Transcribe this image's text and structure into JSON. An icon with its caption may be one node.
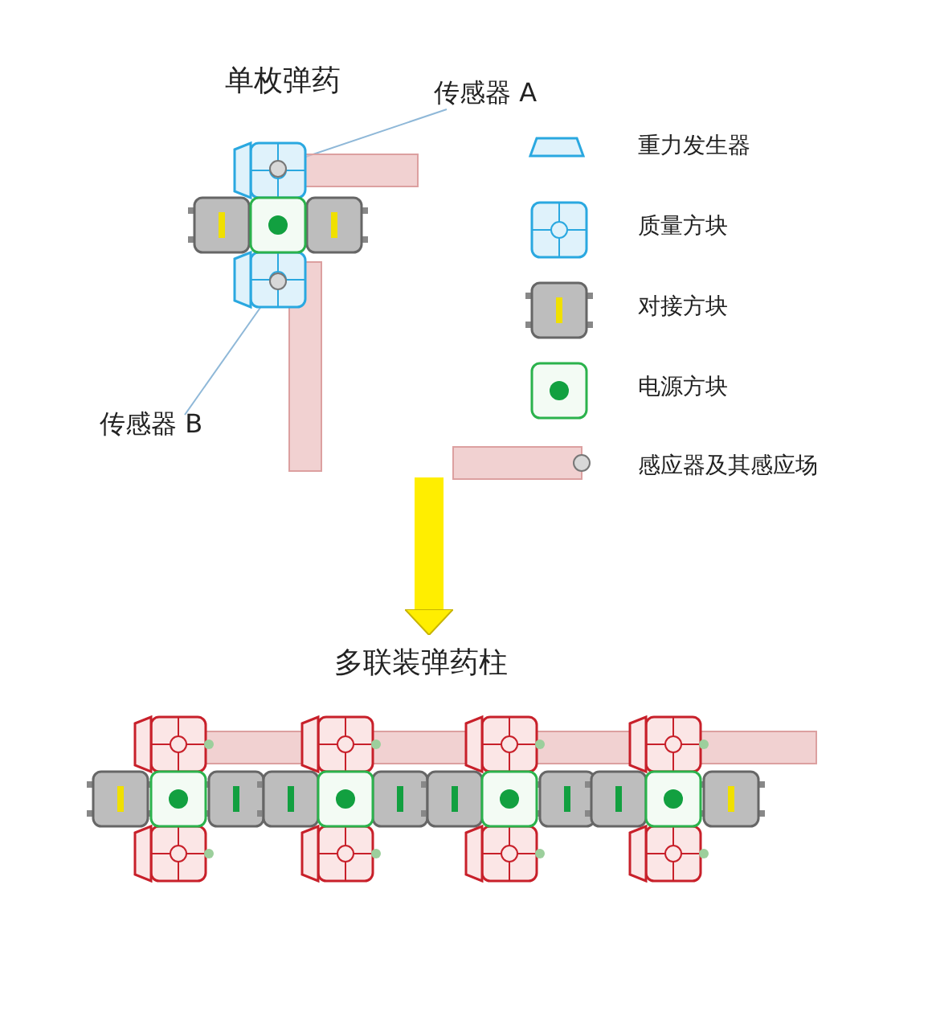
{
  "diagram": {
    "nodes": [
      {
        "text": [
          "单枚弹药"
        ]
      },
      {
        "text": [
          "传感器 A"
        ]
      },
      {
        "text": [],
        "shape": "circle",
        "in": 0
      },
      {
        "text": [
          "传感器 B"
        ]
      },
      {
        "text": [],
        "shape": "circle",
        "in": 0
      },
      {
        "text": [
          "多联装弹药柱"
        ]
      }
    ],
    "edges": [
      {
        "from": 1,
        "to": 2,
        "arrow": "none"
      },
      {
        "from": 3,
        "to": 4,
        "arrow": "none"
      },
      {
        "from": 0,
        "to": 5,
        "arrow": "to",
        "style": "thick",
        "color": "#ffee00"
      }
    ],
    "legend": [
      {
        "text": "重力发生器"
      },
      {
        "text": "质量方块"
      },
      {
        "text": "对接方块"
      },
      {
        "text": "电源方块"
      },
      {
        "text": "感应器及其感应场"
      }
    ]
  }
}
